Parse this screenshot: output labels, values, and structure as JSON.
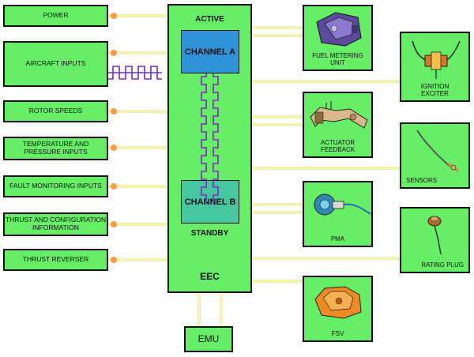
{
  "inputs": [
    "POWER",
    "AIRCRAFT INPUTS",
    "ROTOR SPEEDS",
    "TEMPERATURE AND\nPRESSURE INPUTS",
    "FAULT MONITORING INPUTS",
    "THRUST AND CONFIGURATION\nINFORMATION",
    "THRUST REVERSER"
  ],
  "eec": {
    "active": "ACTIVE",
    "channel_a": "CHANNEL A",
    "channel_b": "CHANNEL B",
    "standby": "STANDBY",
    "label": "EEC"
  },
  "emu": "EMU",
  "outputs": [
    "FUEL METERING\nUNIT",
    "IGNITION\nEXCITER",
    "ACTUATOR\nFEEDBACK",
    "SENSORS",
    "PMA",
    "RATING PLUG",
    "FSV"
  ],
  "colors": {
    "box_fill": "#66ee66",
    "channel_a": "#2f93d8",
    "channel_b": "#46c7a0",
    "wire": "#f4f0b0",
    "link": "#7a2bc4",
    "connector": "#ff9a40"
  },
  "icons": [
    "fuel-metering-unit-picture",
    "ignition-exciter-picture",
    "actuator-picture",
    "sensor-probe-picture",
    "pma-picture",
    "rating-plug-picture",
    "fsv-picture"
  ]
}
